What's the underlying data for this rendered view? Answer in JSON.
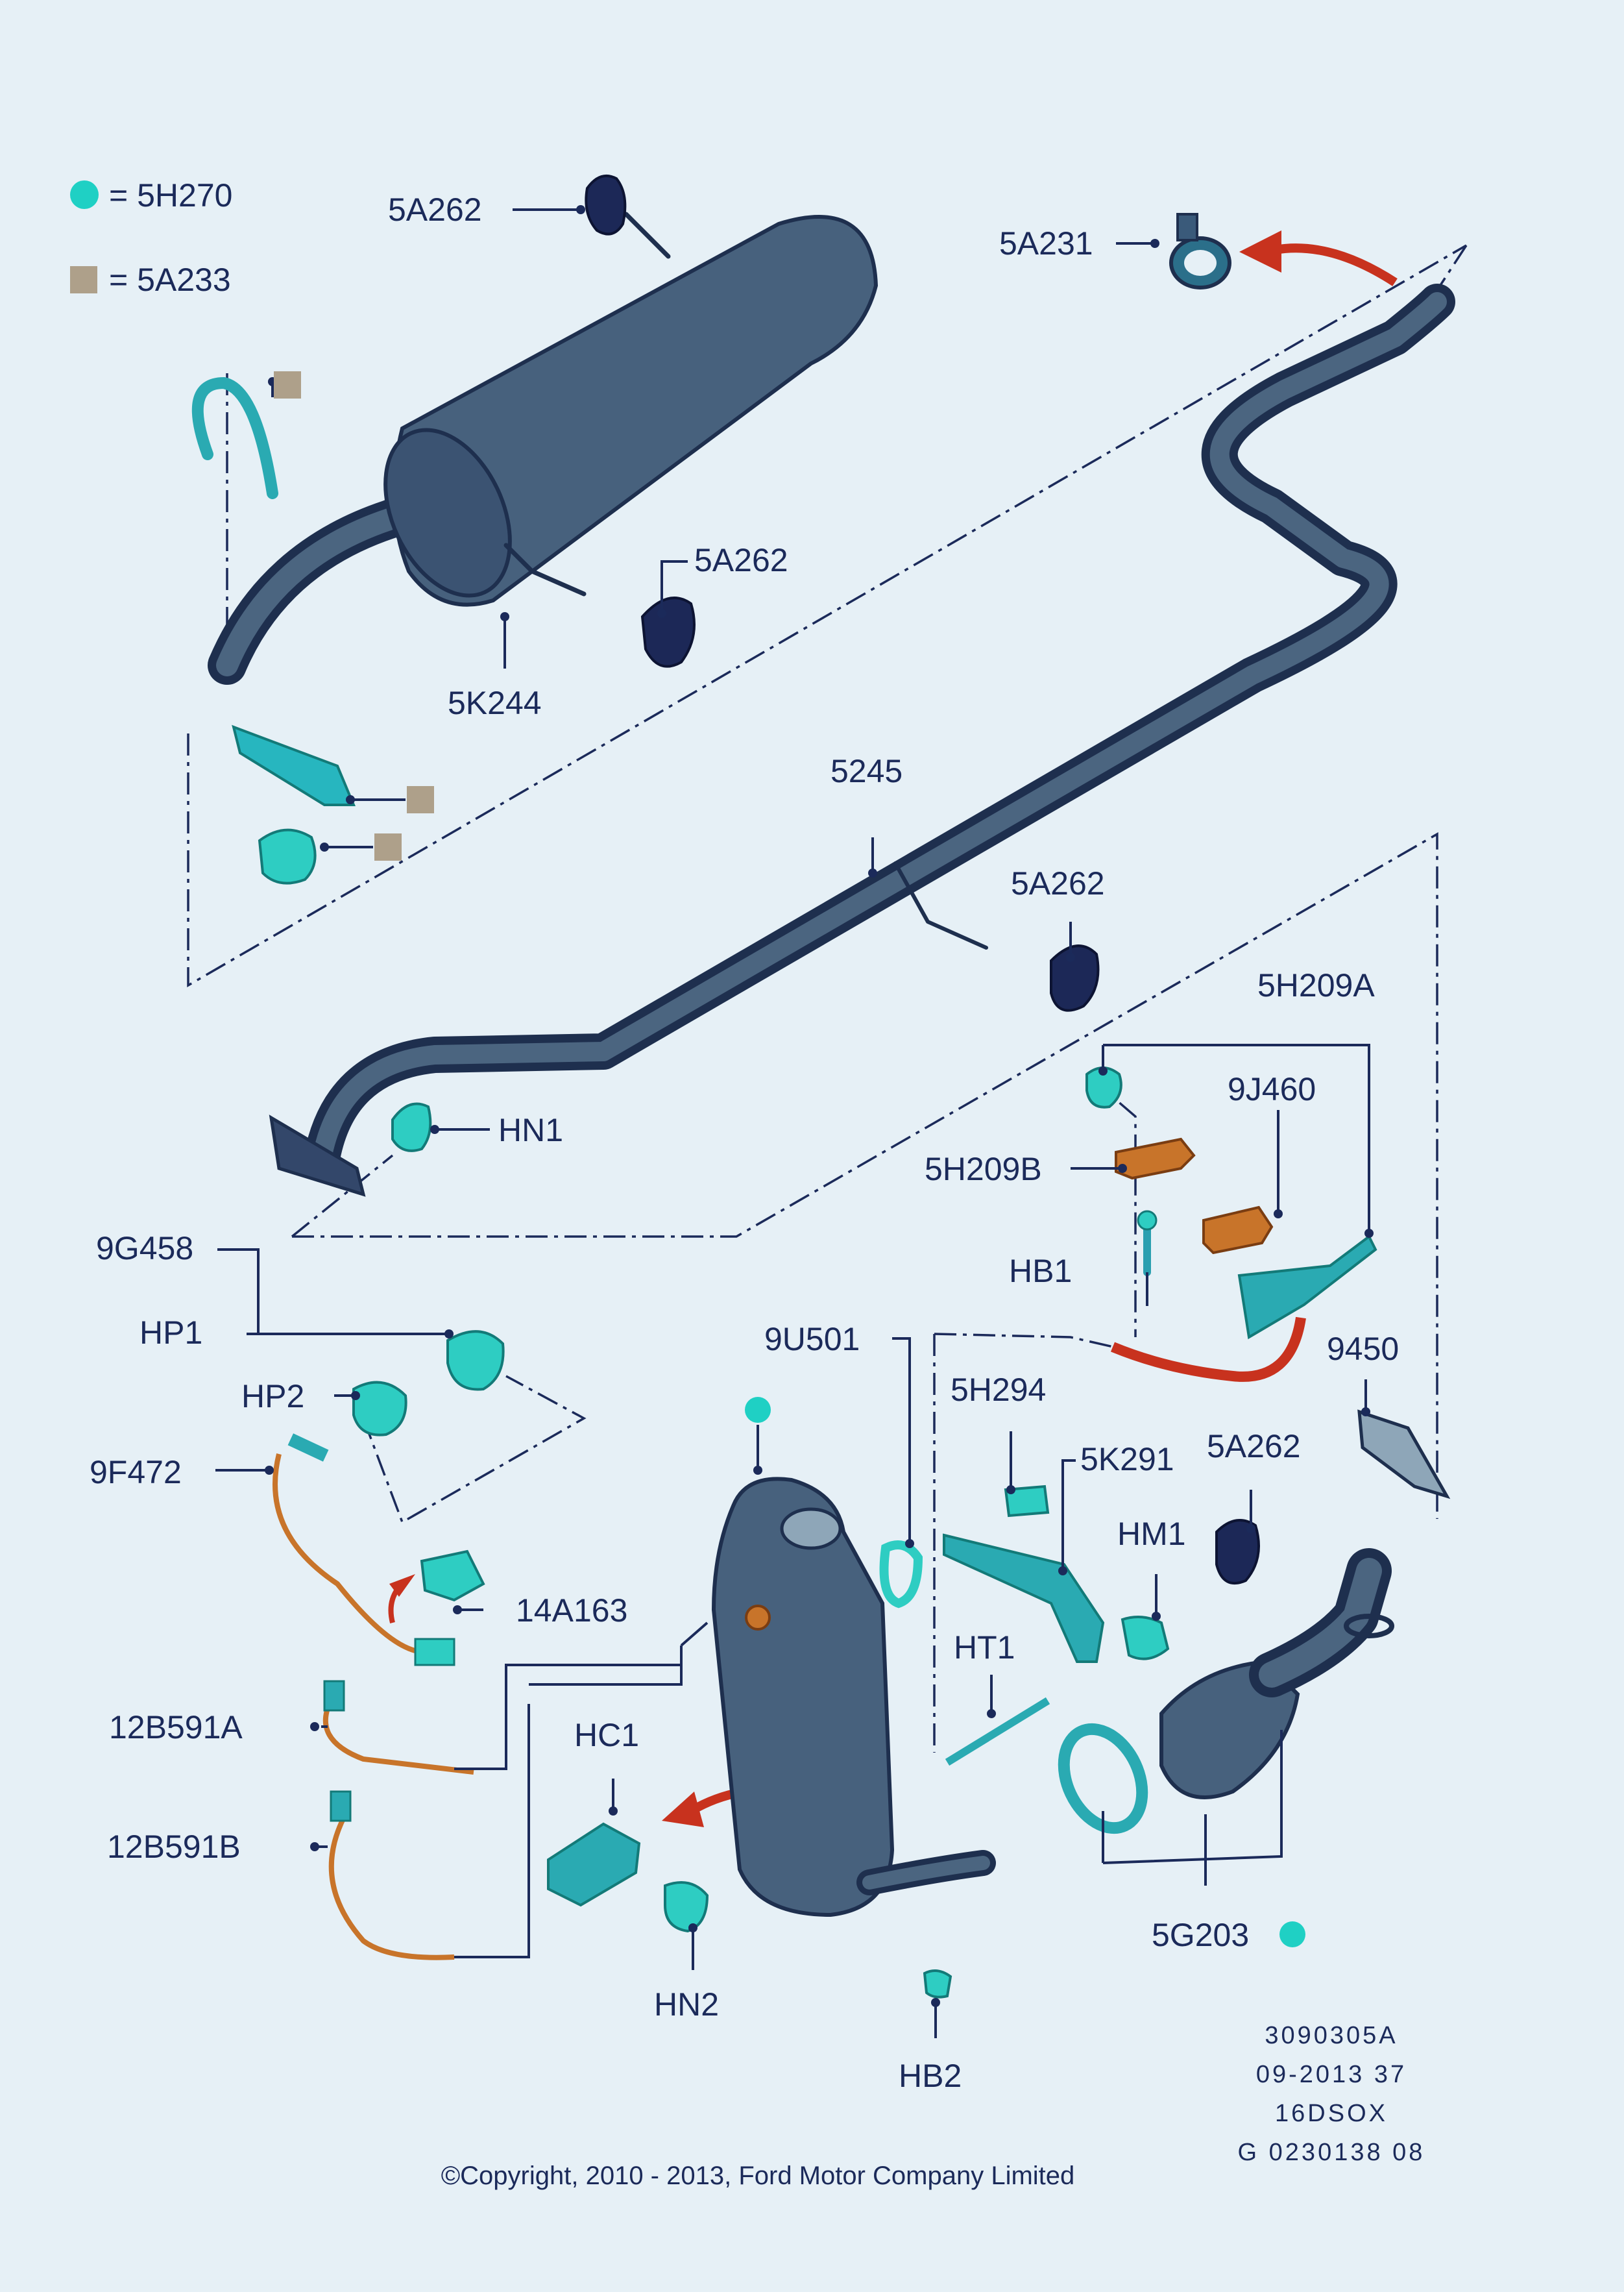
{
  "legend": [
    {
      "symbol": "teal-circle",
      "color": "#1fd0c4",
      "text": "=  5H270"
    },
    {
      "symbol": "tan-square",
      "color": "#aea08a",
      "text": "=  5A233"
    }
  ],
  "labels": {
    "l_5a262_top": "5A262",
    "l_5a231": "5A231",
    "l_5a262_mid": "5A262",
    "l_5k244": "5K244",
    "l_5245": "5245",
    "l_5a262_right": "5A262",
    "l_5h209a": "5H209A",
    "l_9j460": "9J460",
    "l_5h209b": "5H209B",
    "l_hn1": "HN1",
    "l_hb1": "HB1",
    "l_9g458": "9G458",
    "l_hp1": "HP1",
    "l_9u501": "9U501",
    "l_9450": "9450",
    "l_hp2": "HP2",
    "l_5h294": "5H294",
    "l_5k291": "5K291",
    "l_5a262_low": "5A262",
    "l_9f472": "9F472",
    "l_hm1": "HM1",
    "l_14a163": "14A163",
    "l_ht1": "HT1",
    "l_12b591a": "12B591A",
    "l_hc1": "HC1",
    "l_12b591b": "12B591B",
    "l_5g203": "5G203",
    "l_hn2": "HN2",
    "l_hb2": "HB2"
  },
  "reference": [
    "3090305A",
    "09-2013 37",
    "16DSOX",
    "G 0230138 08"
  ],
  "copyright": "©Copyright, 2010 - 2013, Ford Motor Company Limited",
  "colors": {
    "background": "#e6f0f6",
    "pipe": "#2b3d5e",
    "part_teal": "#2ecdc2",
    "rubber_mount": "#1c2857",
    "sensor_orange": "#c8742a",
    "arrow_red": "#c8321e"
  }
}
